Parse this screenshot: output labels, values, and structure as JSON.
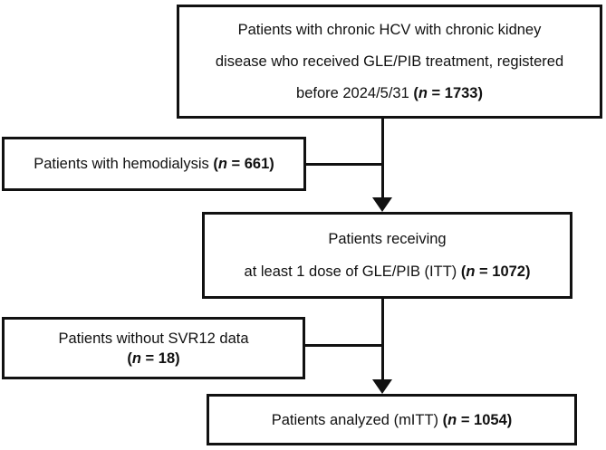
{
  "colors": {
    "background": "#ffffff",
    "line": "#111111",
    "text": "#111111"
  },
  "boxes": {
    "registered": {
      "line1": "Patients with chronic HCV with chronic kidney",
      "line2": "disease who received GLE/PIB treatment, registered",
      "line3_prefix": "before 2024/5/31 ",
      "n": {
        "open": "(",
        "symbol": "n",
        "rest": " = 1733)"
      }
    },
    "hemodialysis": {
      "line1_prefix": "Patients with hemodialysis ",
      "n": {
        "open": "(",
        "symbol": "n",
        "rest": " = 661)"
      }
    },
    "itt": {
      "line1": "Patients receiving",
      "line2_prefix": "at least 1 dose of GLE/PIB (ITT) ",
      "n": {
        "open": "(",
        "symbol": "n",
        "rest": " = 1072)"
      }
    },
    "svr12_missing": {
      "line1": "Patients without SVR12 data",
      "n": {
        "open": "(",
        "symbol": "n",
        "rest": " = 18)"
      }
    },
    "mitt": {
      "line1_prefix": "Patients analyzed (mITT) ",
      "n": {
        "open": "(",
        "symbol": "n",
        "rest": " = 1054)"
      }
    }
  }
}
